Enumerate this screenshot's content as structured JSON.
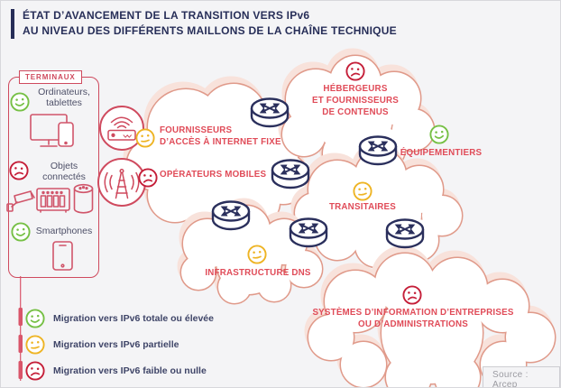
{
  "title": {
    "line1": "ÉTAT D’AVANCEMENT DE LA TRANSITION VERS IPv6",
    "line2": "AU NIVEAU DES DIFFÉRENTS MAILLONS DE LA CHAÎNE TECHNIQUE"
  },
  "terminals": {
    "label": "TERMINAUX",
    "items": [
      {
        "line1": "Ordinateurs,",
        "line2": "tablettes",
        "mood": "happy"
      },
      {
        "line1": "Objets",
        "line2": "connectés",
        "mood": "sad"
      },
      {
        "line1": "Smartphones",
        "line2": "",
        "mood": "happy"
      }
    ]
  },
  "chain": {
    "fixed_isp": {
      "line1": "FOURNISSEURS",
      "line2": "D’ACCÈS À INTERNET FIXE",
      "mood": "neutral"
    },
    "mobile_operators": {
      "label": "OPÉRATEURS MOBILES",
      "mood": "sad"
    },
    "hosting": {
      "line1": "HÉBERGEURS",
      "line2": "ET FOURNISSEURS",
      "line3": "DE CONTENUS",
      "mood": "sad"
    },
    "equipment_makers": {
      "label": "ÉQUIPEMENTIERS",
      "mood": "happy"
    },
    "transit": {
      "label": "TRANSITAIRES",
      "mood": "neutral"
    },
    "dns": {
      "label": "INFRASTRUCTURE DNS",
      "mood": "neutral"
    },
    "info_systems": {
      "line1": "SYSTÈMES D’INFORMATION D’ENTREPRISES",
      "line2": "OU D’ADMINISTRATIONS",
      "mood": "sad"
    }
  },
  "legend": {
    "items": [
      {
        "label": "Migration vers IPv6 totale ou élevée",
        "mood": "happy",
        "color": "#76c045"
      },
      {
        "label": "Migration vers IPv6 partielle",
        "mood": "neutral",
        "color": "#eeb424"
      },
      {
        "label": "Migration vers IPv6 faible ou nulle",
        "mood": "sad",
        "color": "#c51f39"
      }
    ]
  },
  "source": {
    "label": "Source : Arcep"
  },
  "colors": {
    "navy": "#272e58",
    "label_red": "#e04b58",
    "deep_red": "#c51f39",
    "border_red": "#cf4a5e",
    "green": "#76c045",
    "yellow": "#eeb424",
    "cloud_stroke": "#e09a8a",
    "cloud_blush": "#f8e2db",
    "background": "#f4f4f6"
  },
  "icons": [
    "wifi-modem-icon",
    "antenna-icon",
    "router-icon",
    "computer-tablet-icon",
    "camera-icon",
    "nas-icon",
    "speaker-icon",
    "smartphone-icon",
    "happy-face-icon",
    "neutral-face-icon",
    "sad-face-icon"
  ]
}
